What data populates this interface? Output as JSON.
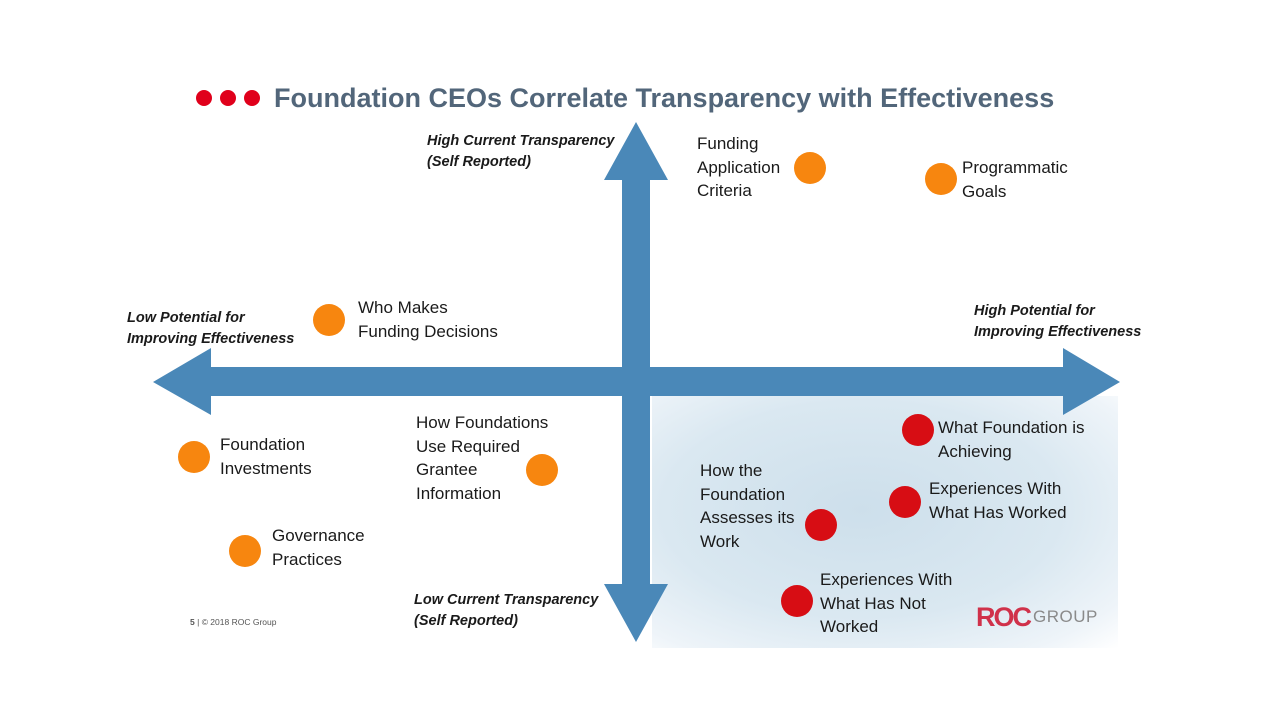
{
  "title": "Foundation CEOs Correlate Transparency with Effectiveness",
  "colors": {
    "title_text": "#52667a",
    "title_dots": "#e0001b",
    "axis": "#4a88b8",
    "orange_dot": "#f7860f",
    "red_dot": "#d70d14",
    "logo_roc": "#d0314a",
    "logo_group": "#8a8a8a"
  },
  "axes": {
    "top": [
      "High Current Transparency",
      "(Self Reported)"
    ],
    "bottom": [
      "Low Current Transparency",
      "(Self Reported)"
    ],
    "left": [
      "Low Potential for",
      "Improving Effectiveness"
    ],
    "right": [
      "High Potential for",
      "Improving Effectiveness"
    ]
  },
  "items": [
    {
      "lines": [
        "Funding",
        "Application",
        "Criteria"
      ],
      "color": "orange"
    },
    {
      "lines": [
        "Programmatic",
        "Goals"
      ],
      "color": "orange"
    },
    {
      "lines": [
        "Who Makes",
        "Funding Decisions"
      ],
      "color": "orange"
    },
    {
      "lines": [
        "Foundation",
        "Investments"
      ],
      "color": "orange"
    },
    {
      "lines": [
        "How Foundations",
        "Use Required",
        "Grantee",
        "Information"
      ],
      "color": "orange"
    },
    {
      "lines": [
        "Governance",
        "Practices"
      ],
      "color": "orange"
    },
    {
      "lines": [
        "What Foundation is",
        "Achieving"
      ],
      "color": "red"
    },
    {
      "lines": [
        "How the",
        "Foundation",
        "Assesses its",
        "Work"
      ],
      "color": "red"
    },
    {
      "lines": [
        "Experiences With",
        "What Has Worked"
      ],
      "color": "red"
    },
    {
      "lines": [
        "Experiences With",
        "What Has Not",
        "Worked"
      ],
      "color": "red"
    }
  ],
  "footer": {
    "page_number": "5",
    "copyright": "© 2018 ROC Group"
  },
  "logo": {
    "roc": "ROC",
    "group": "GROUP"
  }
}
